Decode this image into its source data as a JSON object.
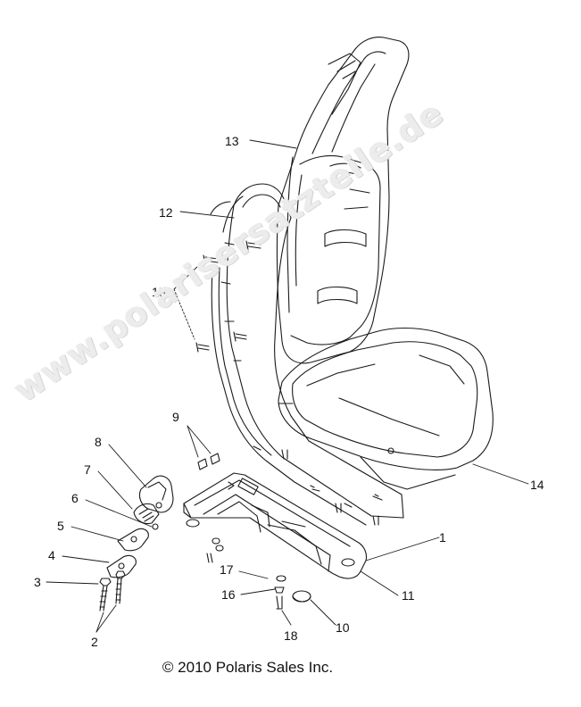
{
  "diagram": {
    "watermark": "www.polarisersatzteile.de",
    "copyright": "© 2010 Polaris Sales Inc.",
    "callouts": [
      {
        "id": "c1",
        "label": "1"
      },
      {
        "id": "c2",
        "label": "2"
      },
      {
        "id": "c3",
        "label": "3"
      },
      {
        "id": "c4",
        "label": "4"
      },
      {
        "id": "c5",
        "label": "5"
      },
      {
        "id": "c6",
        "label": "6"
      },
      {
        "id": "c7",
        "label": "7"
      },
      {
        "id": "c8",
        "label": "8"
      },
      {
        "id": "c9",
        "label": "9"
      },
      {
        "id": "c10",
        "label": "10"
      },
      {
        "id": "c11",
        "label": "11"
      },
      {
        "id": "c12",
        "label": "12"
      },
      {
        "id": "c13",
        "label": "13"
      },
      {
        "id": "c14",
        "label": "14"
      },
      {
        "id": "c15",
        "label": "15"
      },
      {
        "id": "c16",
        "label": "16"
      },
      {
        "id": "c17",
        "label": "17"
      },
      {
        "id": "c18",
        "label": "18"
      }
    ]
  }
}
